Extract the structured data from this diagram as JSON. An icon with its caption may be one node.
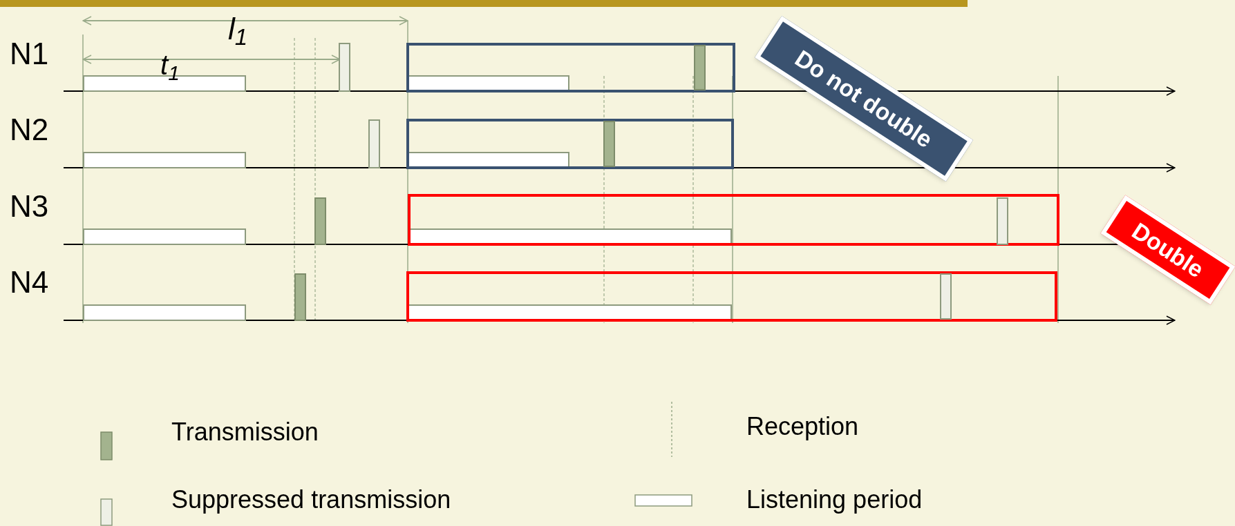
{
  "diagram": {
    "nodes": [
      {
        "text": [
          "Do not double"
        ]
      },
      {
        "text": [
          "Double"
        ]
      }
    ],
    "labels": [
      "l$_{1}$",
      "N1",
      "t$_{1}$",
      "N2",
      "N3",
      "N4"
    ],
    "legend": [
      {
        "text": "Transmission"
      },
      {
        "text": "Reception"
      },
      {
        "text": "Suppressed transmission"
      },
      {
        "text": "Listening period"
      }
    ]
  }
}
